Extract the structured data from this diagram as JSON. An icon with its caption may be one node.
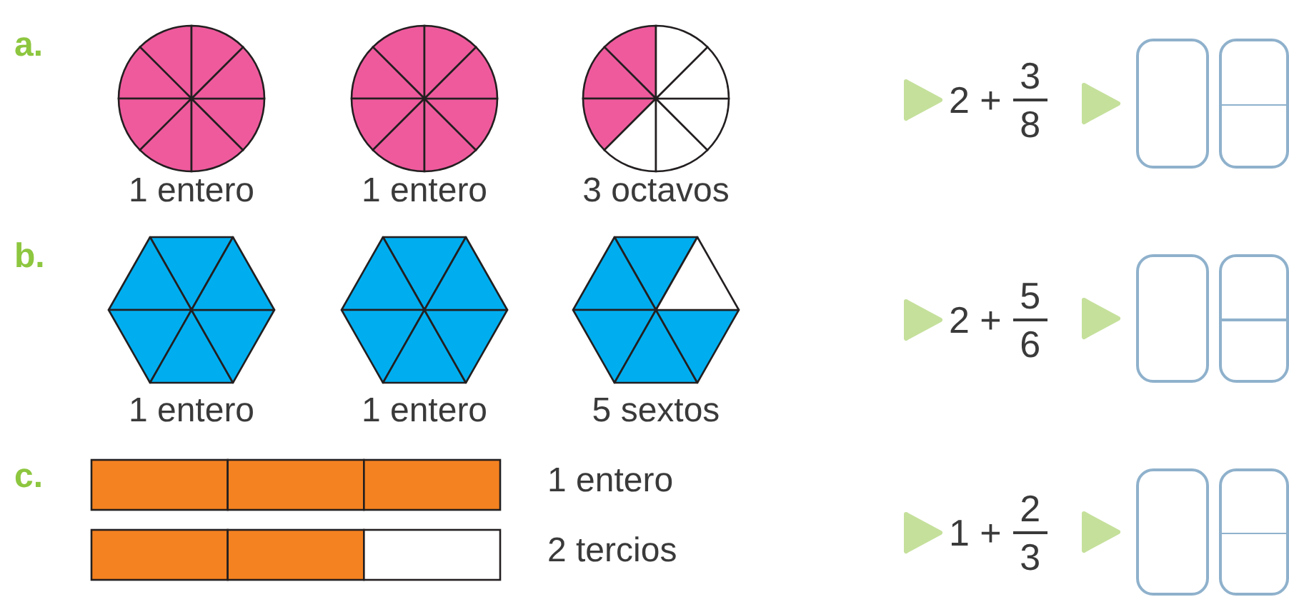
{
  "diagram": {
    "nodes": [
      {
        "text": [],
        "shape": "circle",
        "beside": [
          "1 entero"
        ]
      },
      {
        "text": [],
        "shape": "circle",
        "beside": [
          "1 entero"
        ]
      },
      {
        "text": [],
        "shape": "circle",
        "beside": [
          "3 octavos"
        ]
      },
      {
        "text": [
          "2 +",
          "3",
          "8"
        ]
      },
      {
        "text": [],
        "shape": "box"
      },
      {
        "text": [],
        "shape": "box"
      },
      {
        "text": [],
        "shape": "hexagon",
        "beside": [
          "1 entero"
        ]
      },
      {
        "text": [],
        "shape": "hexagon",
        "beside": [
          "1 entero"
        ]
      },
      {
        "text": [],
        "shape": "hexagon",
        "beside": [
          "5 sextos"
        ]
      },
      {
        "text": [
          "2 +",
          "5",
          "6"
        ]
      },
      {
        "text": [],
        "shape": "box"
      },
      {
        "text": [],
        "shape": "box"
      },
      {
        "text": [],
        "shape": "bar",
        "beside": [
          "1 entero"
        ]
      },
      {
        "text": [],
        "shape": "bar",
        "beside": [
          "2 tercios"
        ]
      },
      {
        "text": [
          "1 +",
          "2",
          "3"
        ]
      },
      {
        "text": [],
        "shape": "box"
      },
      {
        "text": [],
        "shape": "box"
      }
    ],
    "edges": [
      {
        "from": null,
        "to": 3,
        "arrow": "to"
      },
      {
        "from": 3,
        "to": 4,
        "arrow": "to"
      },
      {
        "from": null,
        "to": 9,
        "arrow": "to"
      },
      {
        "from": 9,
        "to": 10,
        "arrow": "to"
      },
      {
        "from": null,
        "to": 14,
        "arrow": "to"
      },
      {
        "from": 14,
        "to": 15,
        "arrow": "to"
      }
    ],
    "labels": [
      "a.",
      "b.",
      "c."
    ]
  }
}
